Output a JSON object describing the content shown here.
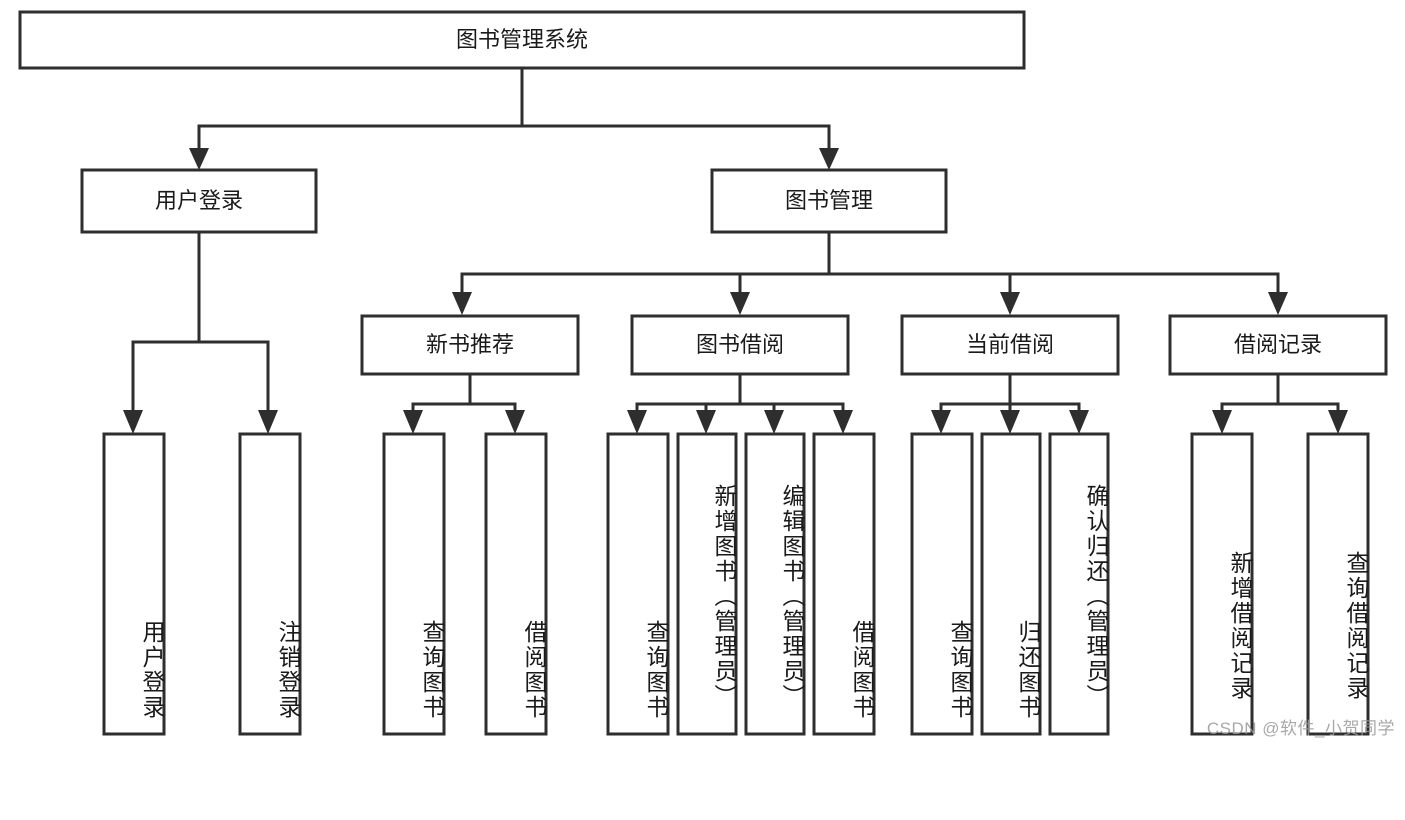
{
  "diagram": {
    "type": "tree-hierarchy",
    "title": "图书管理系统",
    "orientation": "top-down",
    "colors": {
      "box_stroke": "#2e2e2e",
      "box_fill": "#ffffff",
      "connector": "#2e2e2e",
      "text": "#1a1a1a",
      "background": "#ffffff",
      "watermark": "#9a9a9a"
    },
    "root": {
      "id": "root",
      "label": "图书管理系统"
    },
    "level2": [
      {
        "id": "user-login",
        "label": "用户登录"
      },
      {
        "id": "book-manage",
        "label": "图书管理"
      }
    ],
    "level3": [
      {
        "id": "new-book-recommend",
        "label": "新书推荐"
      },
      {
        "id": "book-borrow",
        "label": "图书借阅"
      },
      {
        "id": "current-borrow",
        "label": "当前借阅"
      },
      {
        "id": "borrow-record",
        "label": "借阅记录"
      }
    ],
    "leaves": [
      {
        "id": "leaf-user-login",
        "label": "用户登录",
        "parent": "user-login"
      },
      {
        "id": "leaf-logout",
        "label": "注销登录",
        "parent": "user-login"
      },
      {
        "id": "leaf-query-book-1",
        "label": "查询图书",
        "parent": "new-book-recommend"
      },
      {
        "id": "leaf-borrow-book-1",
        "label": "借阅图书",
        "parent": "new-book-recommend"
      },
      {
        "id": "leaf-query-book-2",
        "label": "查询图书",
        "parent": "book-borrow"
      },
      {
        "id": "leaf-add-book",
        "label": "新增图书（管理员）",
        "parent": "book-borrow"
      },
      {
        "id": "leaf-edit-book",
        "label": "编辑图书（管理员）",
        "parent": "book-borrow"
      },
      {
        "id": "leaf-borrow-book-2",
        "label": "借阅图书",
        "parent": "book-borrow"
      },
      {
        "id": "leaf-query-book-3",
        "label": "查询图书",
        "parent": "current-borrow"
      },
      {
        "id": "leaf-return-book",
        "label": "归还图书",
        "parent": "current-borrow"
      },
      {
        "id": "leaf-confirm-return",
        "label": "确认归还（管理员）",
        "parent": "current-borrow"
      },
      {
        "id": "leaf-add-record",
        "label": "新增借阅记录",
        "parent": "borrow-record"
      },
      {
        "id": "leaf-query-record",
        "label": "查询借阅记录",
        "parent": "borrow-record"
      }
    ],
    "watermark": "CSDN @软件_小贺同学"
  }
}
